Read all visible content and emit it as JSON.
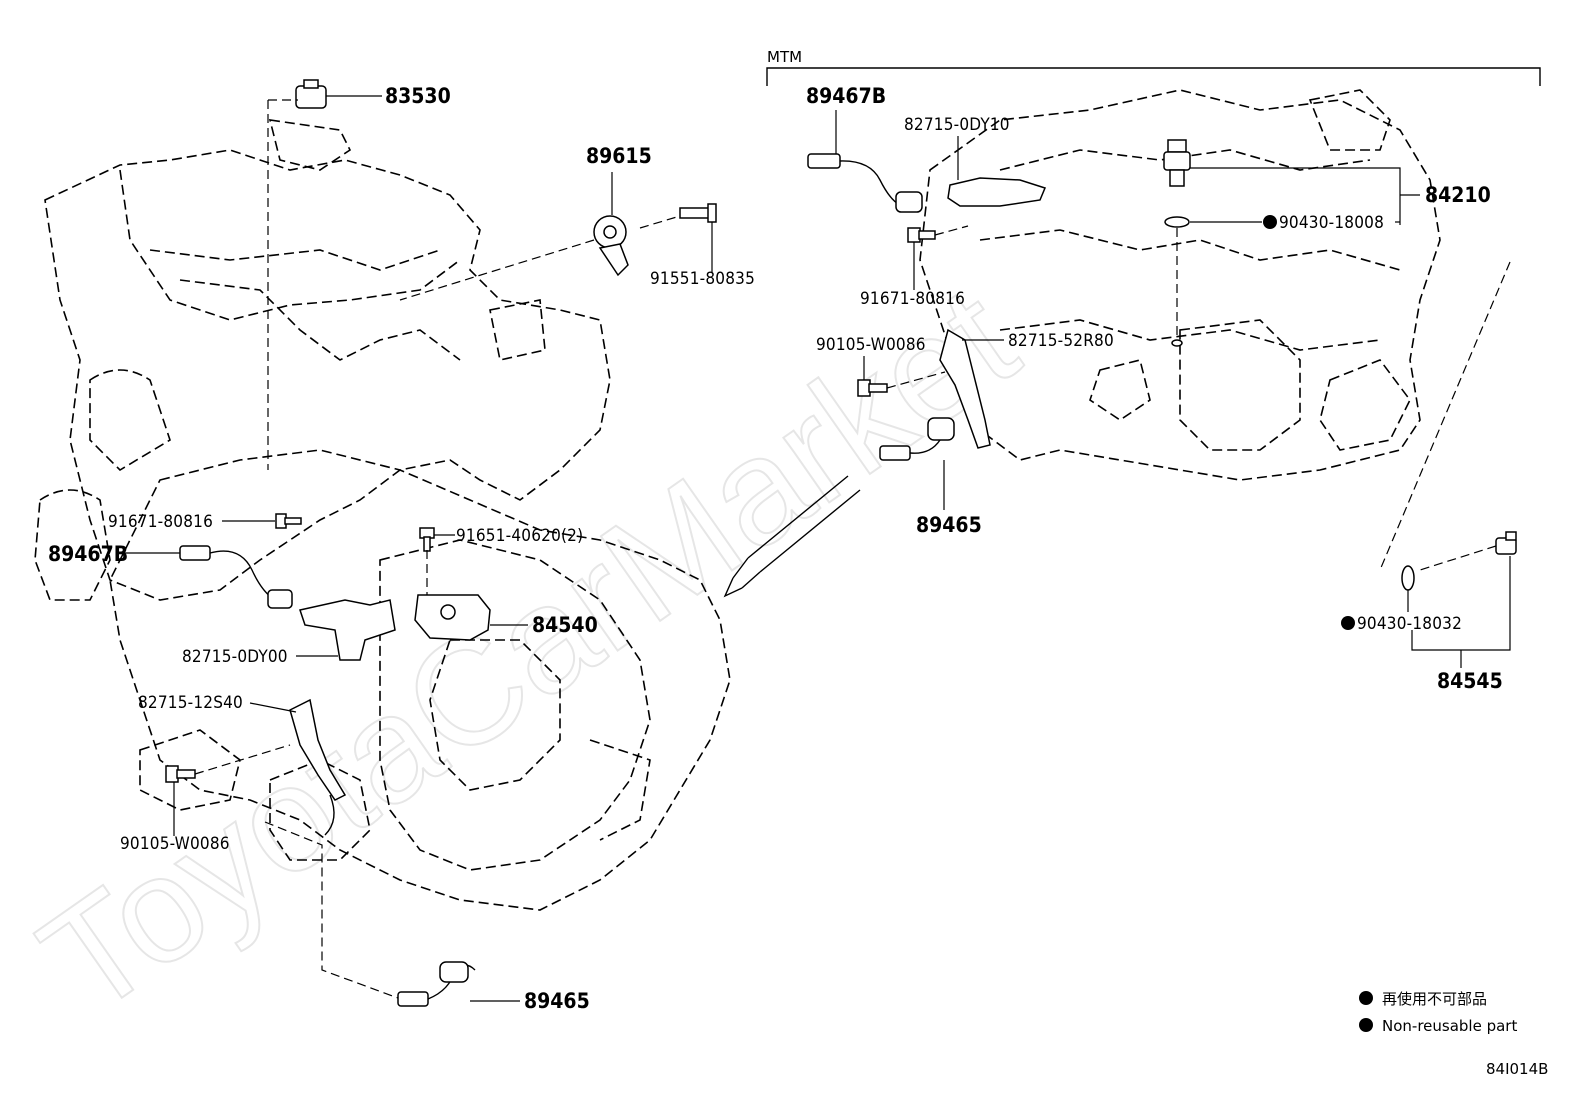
{
  "group_label": "MTM",
  "figure_code": "84I014B",
  "watermark": "ToyotaCarMarket",
  "legend": {
    "jp": "再使用不可部品",
    "en": "Non-reusable part"
  },
  "parts": {
    "p83530": "83530",
    "p89615": "89615",
    "p91551_80835": "91551-80835",
    "p91671_80816_left": "91671-80816",
    "p89467B_left": "89467B",
    "p91651_40620": "91651-40620(2)",
    "p84540": "84540",
    "p82715_0DY00": "82715-0DY00",
    "p82715_12S40": "82715-12S40",
    "p90105_W0086_left": "90105-W0086",
    "p89465_bottom": "89465",
    "p89467B_right": "89467B",
    "p82715_0DY10": "82715-0DY10",
    "p84210": "84210",
    "p90430_18008": "90430-18008",
    "p91671_80816_right": "91671-80816",
    "p82715_52R80": "82715-52R80",
    "p90105_W0086_right": "90105-W0086",
    "p89465_right": "89465",
    "p90430_18032": "90430-18032",
    "p84545": "84545"
  }
}
